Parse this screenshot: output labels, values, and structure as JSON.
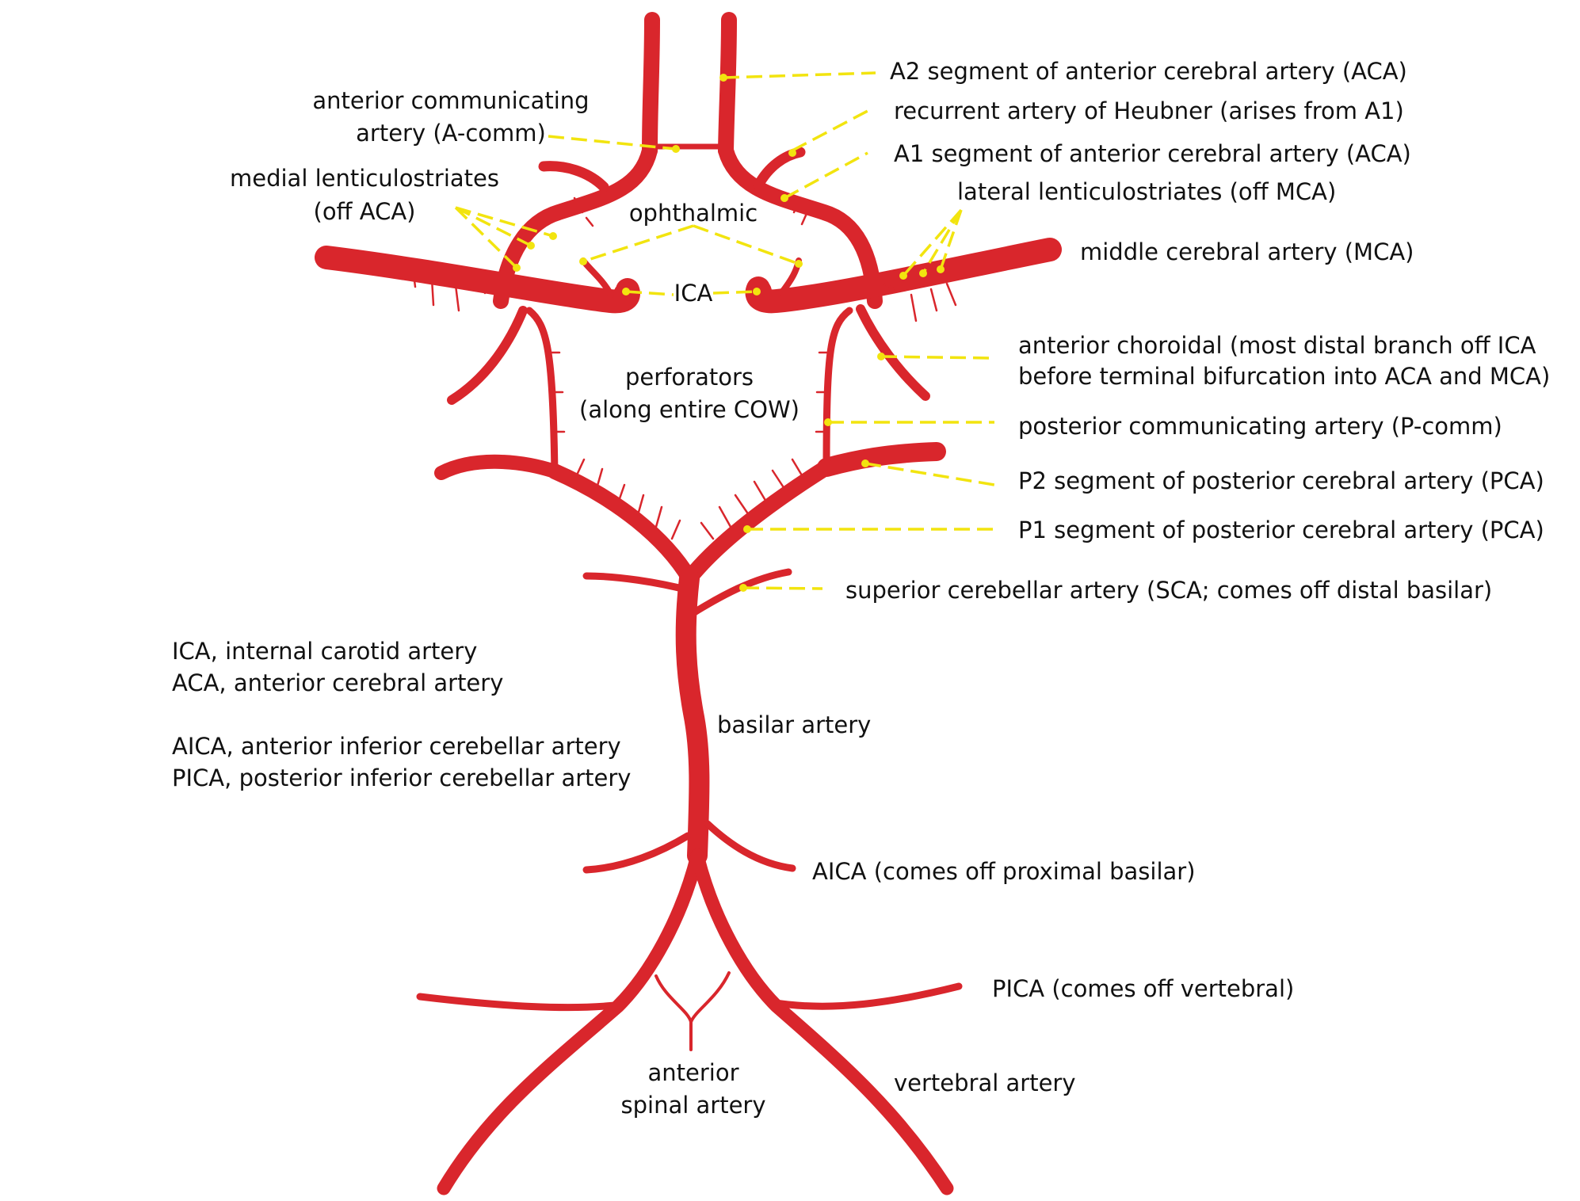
{
  "colors": {
    "artery": "#d9262c",
    "leader": "#f2e40f",
    "text": "#111111"
  },
  "labels": {
    "a2": "A2 segment of anterior cerebral artery (ACA)",
    "heubner": "recurrent artery of Heubner (arises from A1)",
    "a1": "A1 segment of anterior cerebral artery (ACA)",
    "lateral_lenticulostriates": "lateral lenticulostriates (off MCA)",
    "mca": "middle cerebral artery (MCA)",
    "acomm_1": "anterior communicating",
    "acomm_2": "artery (A-comm)",
    "medial_lenticulostriates_1": "medial lenticulostriates",
    "medial_lenticulostriates_2": "(off ACA)",
    "ophthalmic": "ophthalmic",
    "ica": "ICA",
    "perforators_1": "perforators",
    "perforators_2": "(along entire COW)",
    "anterior_choroidal_1": "anterior choroidal (most distal branch off ICA",
    "anterior_choroidal_2": "before terminal bifurcation into ACA and MCA)",
    "pcomm": "posterior communicating artery (P-comm)",
    "p2": "P2 segment of posterior cerebral artery (PCA)",
    "p1": "P1 segment of posterior cerebral artery (PCA)",
    "sca": "superior cerebellar artery (SCA; comes off distal basilar)",
    "basilar": "basilar artery",
    "aica": "AICA (comes off proximal basilar)",
    "pica": "PICA (comes off vertebral)",
    "vertebral": "vertebral artery",
    "anterior_spinal_1": "anterior",
    "anterior_spinal_2": "spinal artery"
  },
  "legend": [
    "ICA, internal carotid artery",
    "ACA, anterior cerebral artery",
    "AICA, anterior inferior cerebellar artery",
    "PICA, posterior inferior cerebellar artery"
  ]
}
